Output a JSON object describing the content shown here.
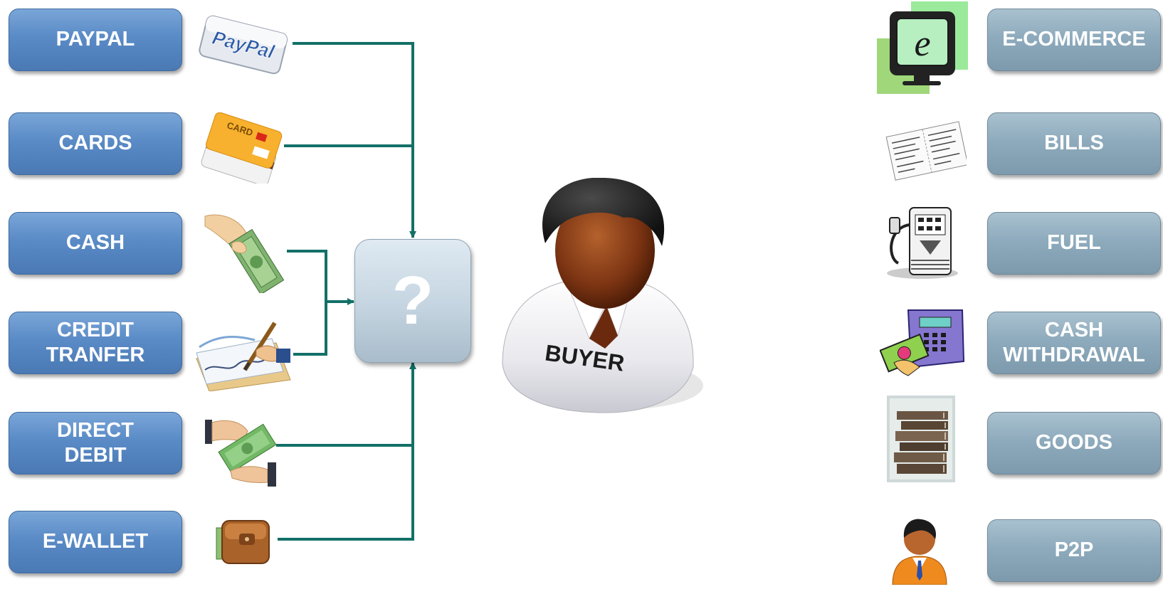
{
  "payment_methods": [
    {
      "id": "paypal",
      "lines": [
        "PAYPAL"
      ],
      "icon": "paypal-card-icon"
    },
    {
      "id": "cards",
      "lines": [
        "CARDS"
      ],
      "icon": "credit-cards-icon"
    },
    {
      "id": "cash",
      "lines": [
        "CASH"
      ],
      "icon": "hand-with-cash-icon"
    },
    {
      "id": "credit-transfer",
      "lines": [
        "CREDIT",
        "TRANFER"
      ],
      "icon": "signing-check-icon"
    },
    {
      "id": "direct-debit",
      "lines": [
        "DIRECT",
        "DEBIT"
      ],
      "icon": "money-handover-icon"
    },
    {
      "id": "e-wallet",
      "lines": [
        "E-WALLET"
      ],
      "icon": "wallet-icon"
    }
  ],
  "center": {
    "symbol": "?",
    "buyer_label": "BUYER"
  },
  "use_cases": [
    {
      "id": "e-commerce",
      "lines": [
        "E-COMMERCE"
      ],
      "icon": "e-monitor-icon"
    },
    {
      "id": "bills",
      "lines": [
        "BILLS"
      ],
      "icon": "bill-papers-icon"
    },
    {
      "id": "fuel",
      "lines": [
        "FUEL"
      ],
      "icon": "fuel-pump-icon"
    },
    {
      "id": "cash-withdrawal",
      "lines": [
        "CASH",
        "WITHDRAWAL"
      ],
      "icon": "atm-icon"
    },
    {
      "id": "goods",
      "lines": [
        "GOODS"
      ],
      "icon": "books-icon"
    },
    {
      "id": "p2p",
      "lines": [
        "P2P"
      ],
      "icon": "person-icon"
    }
  ],
  "paypal_logo_text": "PayPal",
  "card_text": "CARD",
  "colors": {
    "connector": "#137067",
    "left_box": "#5a8bc6",
    "right_box": "#8eabbd",
    "question_box": "#c4d4e0"
  }
}
